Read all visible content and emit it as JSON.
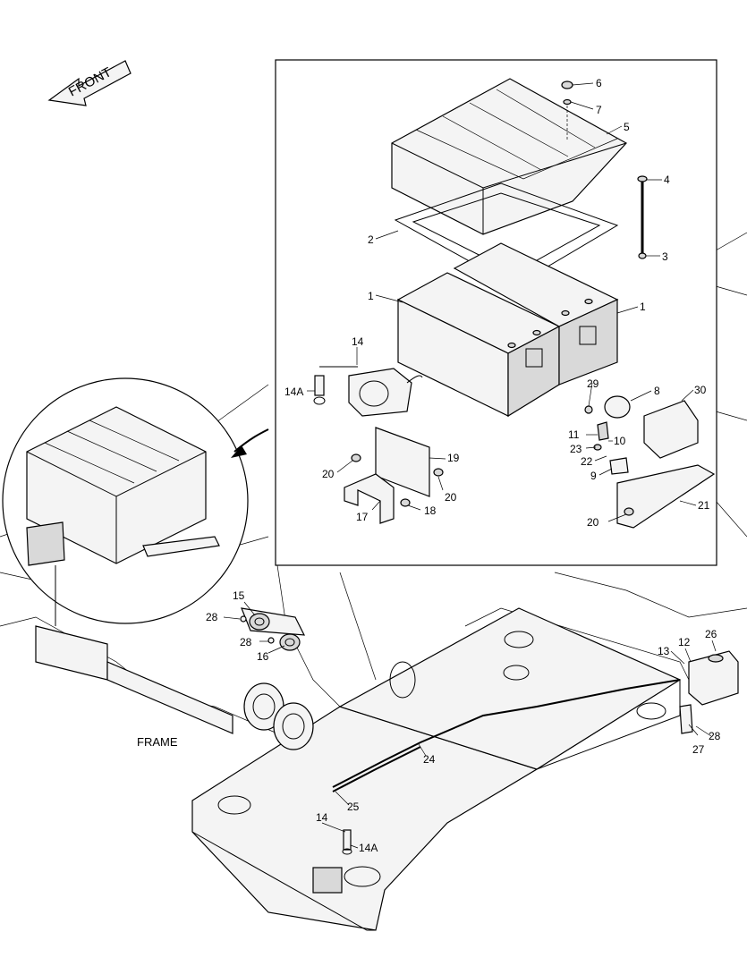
{
  "front_label": "FRONT",
  "frame_label": "FRAME",
  "callouts": {
    "c1a": "1",
    "c1b": "1",
    "c2": "2",
    "c3": "3",
    "c4": "4",
    "c5": "5",
    "c6": "6",
    "c7": "7",
    "c8": "8",
    "c9": "9",
    "c10": "10",
    "c11": "11",
    "c12": "12",
    "c13": "13",
    "c14a": "14",
    "c14b": "14",
    "c14A_a": "14A",
    "c14A_b": "14A",
    "c15": "15",
    "c16": "16",
    "c17": "17",
    "c18": "18",
    "c19": "19",
    "c20a": "20",
    "c20b": "20",
    "c20c": "20",
    "c21": "21",
    "c22": "22",
    "c23": "23",
    "c24": "24",
    "c25": "25",
    "c26": "26",
    "c27": "27",
    "c28a": "28",
    "c28b": "28",
    "c28c": "28",
    "c29": "29",
    "c30": "30"
  }
}
